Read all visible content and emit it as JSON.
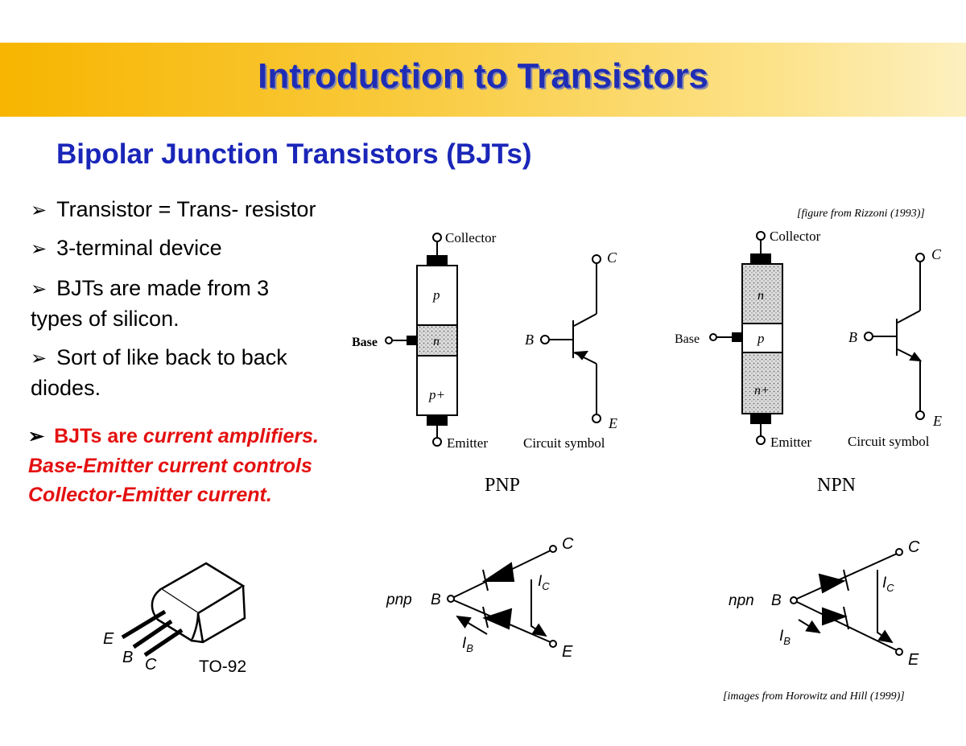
{
  "title": "Introduction to Transistors",
  "subtitle": "Bipolar Junction Transistors (BJTs)",
  "bullets": [
    {
      "line1": "Transistor = Trans- resistor",
      "line2": ""
    },
    {
      "line1": "3-terminal device",
      "line2": ""
    },
    {
      "line1": "BJTs are made from 3",
      "line2": "types of silicon."
    },
    {
      "line1": "Sort of like back to back",
      "line2": "diodes."
    }
  ],
  "red_bullet": {
    "lead": "BJTs are ",
    "emph": "current amplifiers.",
    "line2": "Base-Emitter current controls",
    "line3": "Collector-Emitter current."
  },
  "figure_note": "[figure from Rizzoni (1993)]",
  "images_note": "[images from Horowitz and Hill (1999)]",
  "pnp_figure": {
    "collector": "Collector",
    "base": "Base",
    "emitter": "Emitter",
    "layers": [
      "p",
      "n",
      "p+"
    ],
    "circuit_symbol": "Circuit symbol",
    "c": "C",
    "b": "B",
    "e": "E",
    "caption": "PNP"
  },
  "npn_figure": {
    "collector": "Collector",
    "base": "Base",
    "emitter": "Emitter",
    "layers": [
      "n",
      "p",
      "n+"
    ],
    "circuit_symbol": "Circuit symbol",
    "c": "C",
    "b": "B",
    "e": "E",
    "caption": "NPN"
  },
  "package": {
    "e": "E",
    "b": "B",
    "c": "C",
    "name": "TO-92"
  },
  "pnp_diode": {
    "label": "pnp",
    "b": "B",
    "c": "C",
    "e": "E",
    "ic": "I",
    "ic_sub": "C",
    "ib": "I",
    "ib_sub": "B"
  },
  "npn_diode": {
    "label": "npn",
    "b": "B",
    "c": "C",
    "e": "E",
    "ic": "I",
    "ic_sub": "C",
    "ib": "I",
    "ib_sub": "B"
  },
  "colors": {
    "title": "#1f2db5",
    "subtitle": "#1a26b8",
    "highlight": "#e41010",
    "band": "#f7b500"
  }
}
